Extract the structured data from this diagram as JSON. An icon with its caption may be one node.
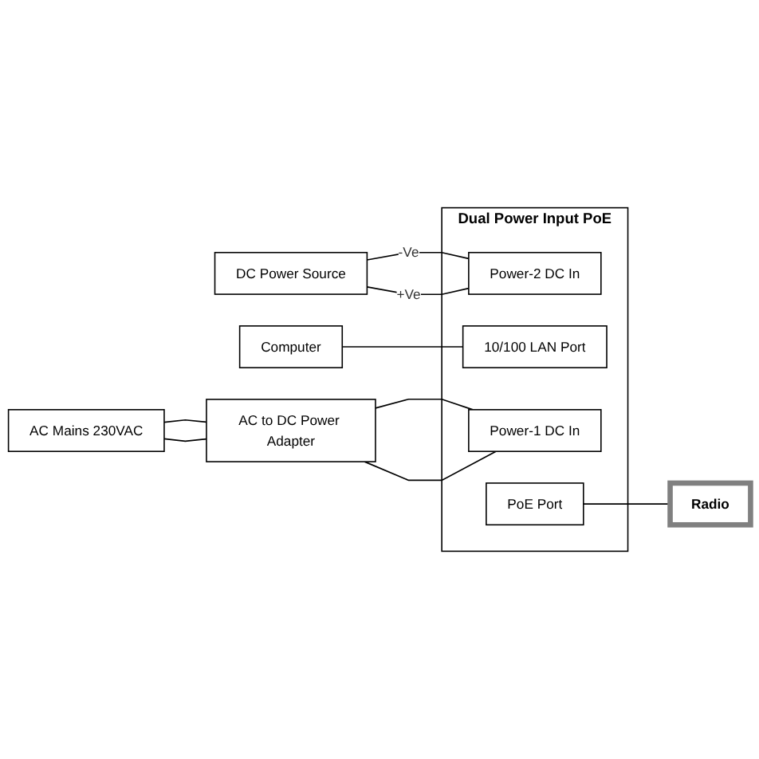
{
  "diagram": {
    "nodes": [
      {
        "text": [
          "Radio"
        ]
      },
      {
        "text": [
          "Computer"
        ]
      },
      {
        "text": [
          "DC Power Source"
        ]
      },
      {
        "text": [
          "Dual Power Input PoE"
        ]
      },
      {
        "text": [
          "Power-2 DC In"
        ],
        "in": 3
      },
      {
        "text": [
          "10/100 LAN Port"
        ],
        "in": 3
      },
      {
        "text": [
          "AC Mains 230VAC"
        ]
      },
      {
        "text": [
          "AC to DC Power Adapter"
        ]
      },
      {
        "text": [
          "Power-1 DC In"
        ],
        "in": 3
      },
      {
        "text": [
          "PoE Port"
        ],
        "in": 3
      }
    ],
    "edges": [
      {
        "from": 2,
        "to": 4,
        "arrow": "none",
        "label": "-Ve"
      },
      {
        "from": 2,
        "to": 4,
        "arrow": "none",
        "label": "+Ve"
      },
      {
        "from": 6,
        "to": 7,
        "arrow": "none"
      },
      {
        "from": 6,
        "to": 7,
        "arrow": "none"
      },
      {
        "from": 7,
        "to": 8,
        "arrow": "none"
      },
      {
        "from": 7,
        "to": 8,
        "arrow": "none"
      },
      {
        "from": 1,
        "to": 5,
        "arrow": "none"
      },
      {
        "from": 9,
        "to": 0,
        "arrow": "none"
      }
    ]
  }
}
